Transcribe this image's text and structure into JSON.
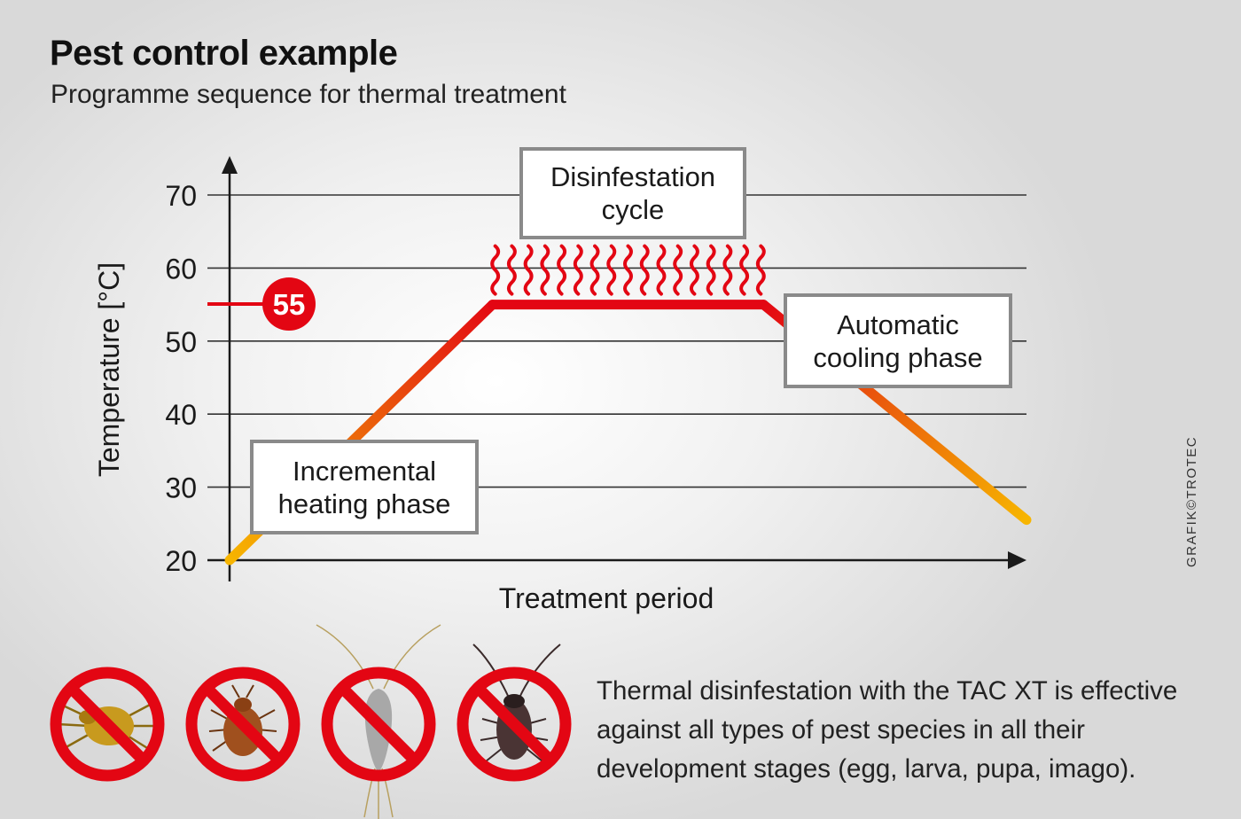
{
  "title": "Pest control example",
  "subtitle": "Programme sequence for thermal treatment",
  "credit": "GRAFIK©TROTEC",
  "footnote": "Thermal disinfestation with the TAC XT is effective against all types of pest species in all their development stages (egg, larva, pupa, imago).",
  "chart_data": {
    "type": "line",
    "title": "Pest control example",
    "subtitle": "Programme sequence for thermal treatment",
    "xlabel": "Treatment period",
    "ylabel": "Temperature [°C]",
    "ylim": [
      20,
      70
    ],
    "yticks": [
      20,
      30,
      40,
      50,
      60,
      70
    ],
    "grid": true,
    "series": [
      {
        "x": [
          0,
          0.33,
          0.67,
          1.0
        ],
        "values": [
          20,
          55,
          55,
          25.5
        ]
      }
    ],
    "marker": {
      "value": 55,
      "label": "55"
    },
    "phases": [
      {
        "label_lines": [
          "Incremental",
          "heating phase"
        ]
      },
      {
        "label_lines": [
          "Disinfestation",
          "cycle"
        ]
      },
      {
        "label_lines": [
          "Automatic",
          "cooling phase"
        ]
      }
    ],
    "colors": {
      "low": "#f7b500",
      "mid": "#ea5b0c",
      "high": "#e30613",
      "grid": "#333333",
      "box_border": "#8a8a8a"
    }
  },
  "pests": [
    {
      "icon": "dust-mite-icon"
    },
    {
      "icon": "bed-bug-icon"
    },
    {
      "icon": "silverfish-icon"
    },
    {
      "icon": "cockroach-icon"
    }
  ]
}
